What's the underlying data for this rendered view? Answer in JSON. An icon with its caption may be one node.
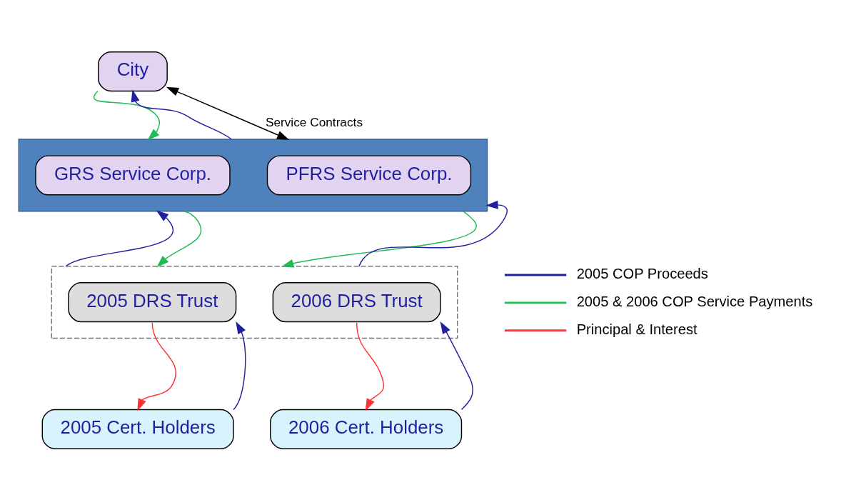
{
  "diagram": {
    "nodes": [
      {
        "text": [
          "City"
        ]
      },
      {
        "text": [],
        "shape": "box"
      },
      {
        "text": [
          "GRS Service Corp."
        ],
        "in": 1
      },
      {
        "text": [
          "PFRS Service Corp."
        ],
        "in": 1
      },
      {
        "text": [],
        "shape": "box"
      },
      {
        "text": [
          "2005 DRS Trust"
        ],
        "in": 4
      },
      {
        "text": [
          "2006 DRS Trust"
        ],
        "in": 4
      },
      {
        "text": [
          "2005 Cert. Holders"
        ]
      },
      {
        "text": [
          "2006 Cert. Holders"
        ]
      }
    ],
    "edges": [
      {
        "from": 0,
        "to": 1,
        "arrow": "to",
        "color": "#22bb55"
      },
      {
        "from": 1,
        "to": 0,
        "arrow": "to"
      },
      {
        "from": 0,
        "to": 1,
        "arrow": "both",
        "label": "Service Contracts",
        "color": "#000000"
      },
      {
        "from": 4,
        "to": 1,
        "arrow": "to"
      },
      {
        "from": 1,
        "to": 4,
        "arrow": "to",
        "color": "#22bb55"
      },
      {
        "from": 1,
        "to": 4,
        "arrow": "to",
        "color": "#22bb55"
      },
      {
        "from": 4,
        "to": 1,
        "arrow": "to"
      },
      {
        "from": 5,
        "to": 7,
        "arrow": "to",
        "color": "#ff3333"
      },
      {
        "from": 7,
        "to": 5,
        "arrow": "to"
      },
      {
        "from": 6,
        "to": 8,
        "arrow": "to",
        "color": "#ff3333"
      },
      {
        "from": 8,
        "to": 6,
        "arrow": "to"
      }
    ],
    "legend": [
      {
        "text": "2005 COP Proceeds"
      },
      {
        "text": "2005 & 2006 COP Service Payments"
      },
      {
        "text": "Principal & Interest"
      }
    ]
  }
}
